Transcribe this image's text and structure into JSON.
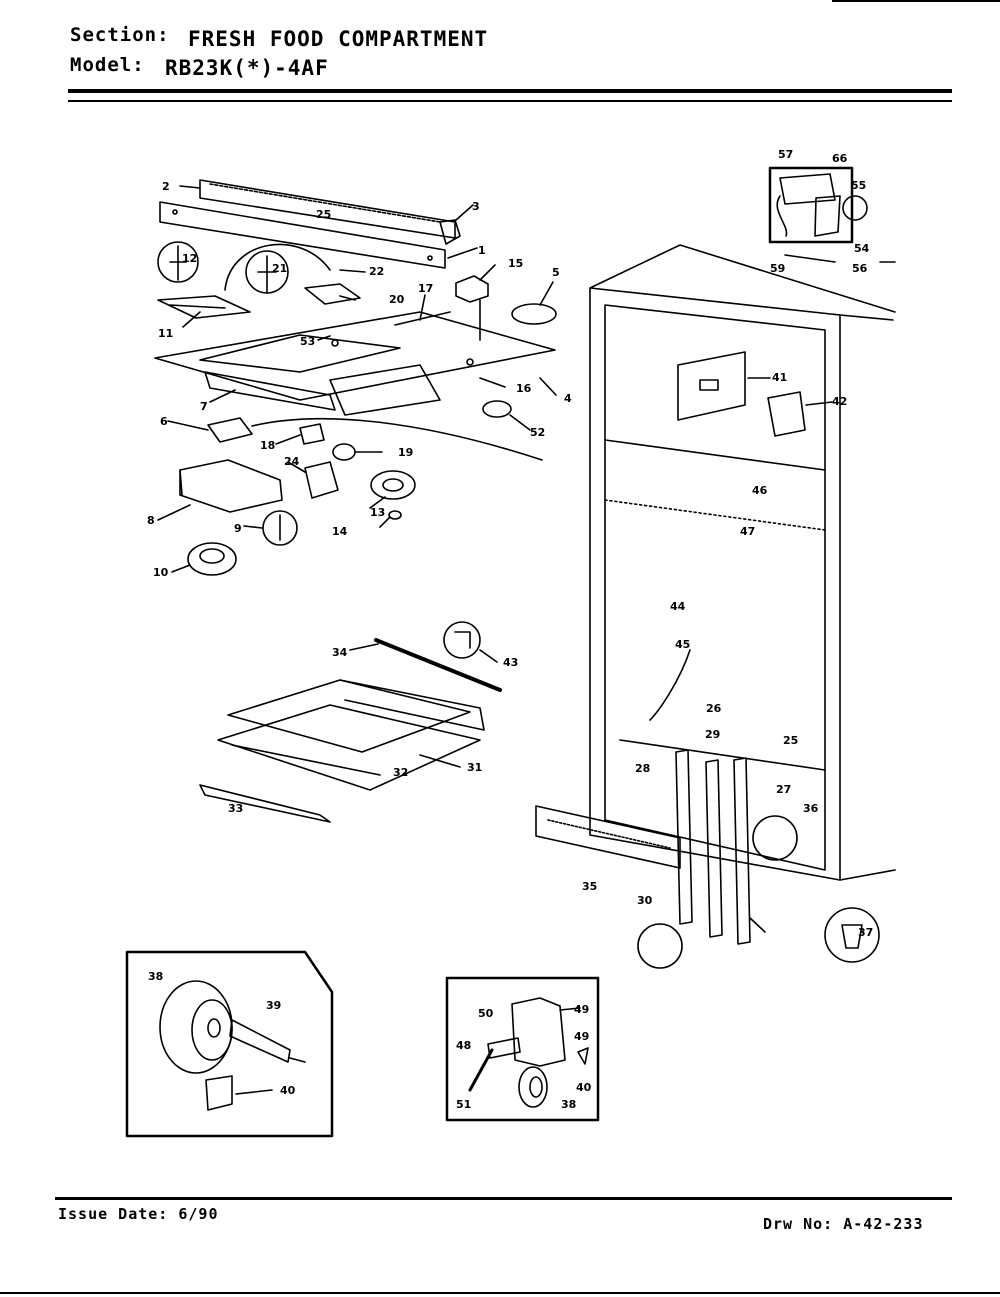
{
  "header": {
    "section_label": "Section:",
    "section_value": "FRESH FOOD COMPARTMENT",
    "model_label": "Model:",
    "model_value": "RB23K(*)-4AF"
  },
  "footer": {
    "issue_date": "Issue Date: 6/90",
    "drawing_number": "Drw No: A-42-233"
  },
  "callouts": [
    "2",
    "3",
    "1",
    "25",
    "12",
    "21",
    "22",
    "15",
    "5",
    "20",
    "17",
    "11",
    "53",
    "4",
    "16",
    "7",
    "6",
    "18",
    "19",
    "24",
    "8",
    "9",
    "13",
    "14",
    "10",
    "52",
    "57",
    "66",
    "55",
    "54",
    "59",
    "56",
    "41",
    "42",
    "46",
    "47",
    "44",
    "45",
    "26",
    "29",
    "25",
    "28",
    "27",
    "36",
    "35",
    "30",
    "37",
    "34",
    "43",
    "31",
    "32",
    "33",
    "38",
    "39",
    "40",
    "50",
    "49",
    "48",
    "49",
    "51",
    "38",
    "40"
  ]
}
